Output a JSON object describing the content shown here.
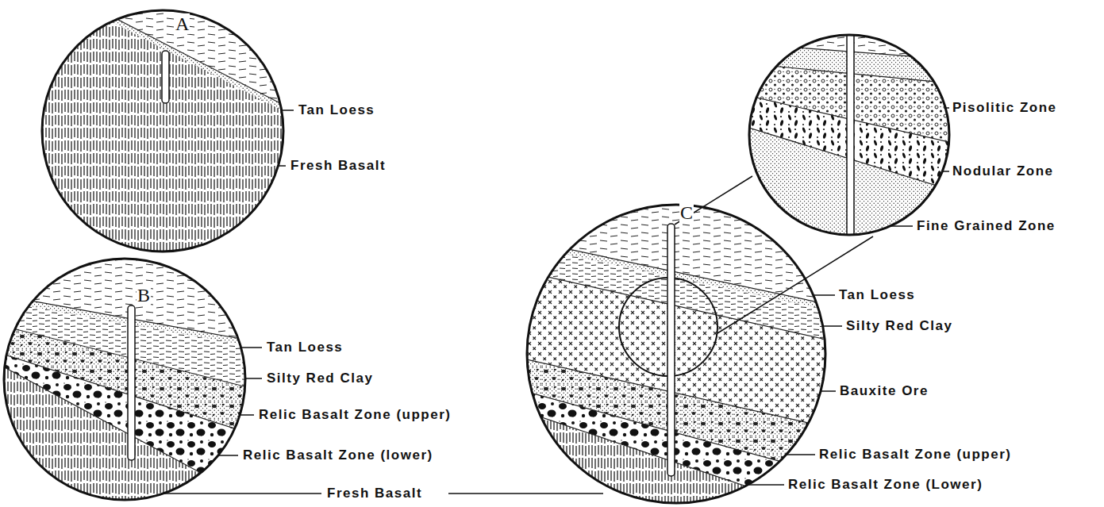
{
  "diagram": {
    "labels": [
      "A",
      "Tan Loess",
      "Fresh Basalt",
      "B",
      "Tan Loess",
      "Silty Red Clay",
      "Relic Basalt Zone (upper)",
      "Relic Basalt Zone (lower)",
      "Fresh Basalt",
      "C",
      "Pisolitic Zone",
      "Nodular Zone",
      "Fine Grained Zone",
      "Tan Loess",
      "Silty Red Clay",
      "Bauxite Ore",
      "Relic Basalt Zone (upper)",
      "Relic Basalt Zone (Lower)"
    ]
  }
}
